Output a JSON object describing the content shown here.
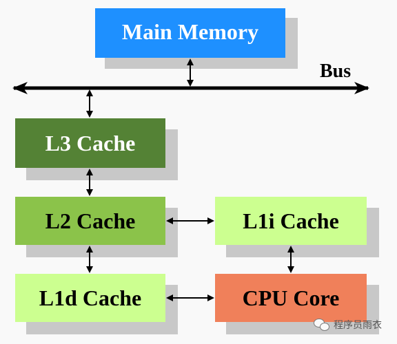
{
  "diagram": {
    "nodes": {
      "main_memory": {
        "label": "Main Memory",
        "fill": "#1e90ff",
        "text_color": "#ffffff"
      },
      "l3": {
        "label": "L3 Cache",
        "fill": "#548235",
        "text_color": "#ffffff"
      },
      "l2": {
        "label": "L2 Cache",
        "fill": "#8bc34a",
        "text_color": "#000000"
      },
      "l1i": {
        "label": "L1i Cache",
        "fill": "#ccff90",
        "text_color": "#000000"
      },
      "l1d": {
        "label": "L1d Cache",
        "fill": "#ccff90",
        "text_color": "#000000"
      },
      "cpu": {
        "label": "CPU Core",
        "fill": "#f0805a",
        "text_color": "#000000"
      }
    },
    "bus_label": "Bus",
    "connections": [
      {
        "from": "main_memory",
        "to": "bus",
        "style": "double-arrow"
      },
      {
        "from": "bus",
        "to": "l3",
        "style": "double-arrow"
      },
      {
        "from": "l3",
        "to": "l2",
        "style": "double-arrow"
      },
      {
        "from": "l2",
        "to": "l1d",
        "style": "double-arrow"
      },
      {
        "from": "l2",
        "to": "l1i",
        "style": "double-arrow"
      },
      {
        "from": "l1i",
        "to": "cpu",
        "style": "double-arrow"
      },
      {
        "from": "l1d",
        "to": "cpu",
        "style": "double-arrow"
      }
    ]
  },
  "watermark": {
    "text": "程序员雨衣",
    "icon": "wechat-icon"
  }
}
